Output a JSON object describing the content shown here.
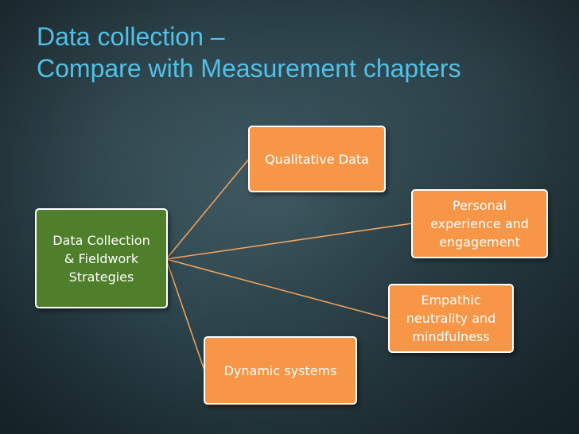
{
  "slide": {
    "title_line1": "Data collection –",
    "title_line2": "Compare with Measurement chapters"
  },
  "diagram": {
    "root": "Data Collection\n& Fieldwork\nStrategies",
    "branches": [
      "Qualitative Data",
      "Personal\nexperience and\nengagement",
      "Empathic\nneutrality and\nmindfulness",
      "Dynamic systems"
    ]
  },
  "colors": {
    "title": "#4fc1e9",
    "root_fill": "#4f7f2a",
    "branch_fill": "#f79646",
    "connector": "#f7a35c",
    "border": "#ffffff"
  }
}
